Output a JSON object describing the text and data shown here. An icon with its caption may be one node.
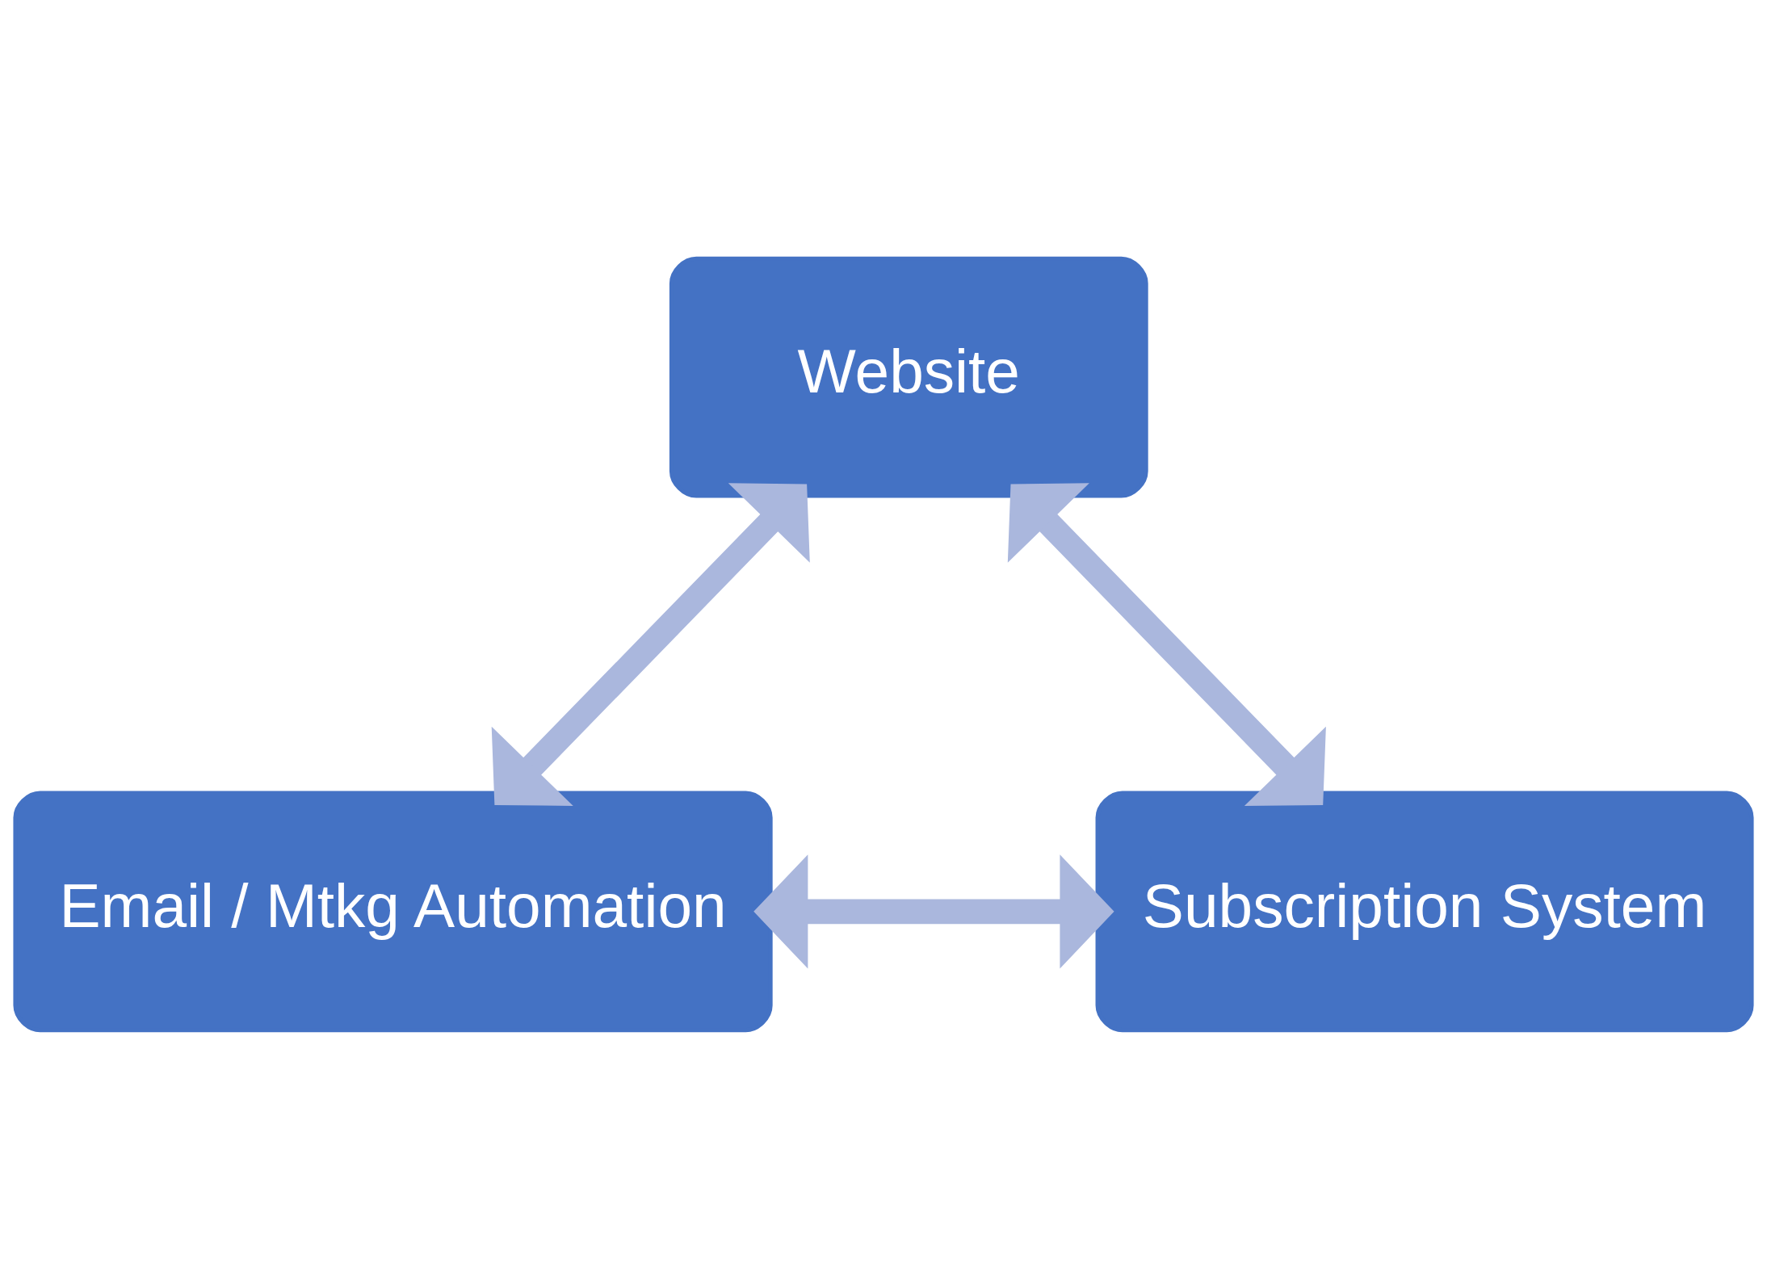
{
  "diagram": {
    "nodes": [
      {
        "text": [
          "Website"
        ]
      },
      {
        "text": [
          "Email / Mtkg Automation"
        ]
      },
      {
        "text": [
          "Subscription System"
        ]
      }
    ],
    "edges": [
      {
        "from": 0,
        "to": 1,
        "arrow": "both"
      },
      {
        "from": 0,
        "to": 2,
        "arrow": "both"
      },
      {
        "from": 1,
        "to": 2,
        "arrow": "both"
      }
    ]
  }
}
